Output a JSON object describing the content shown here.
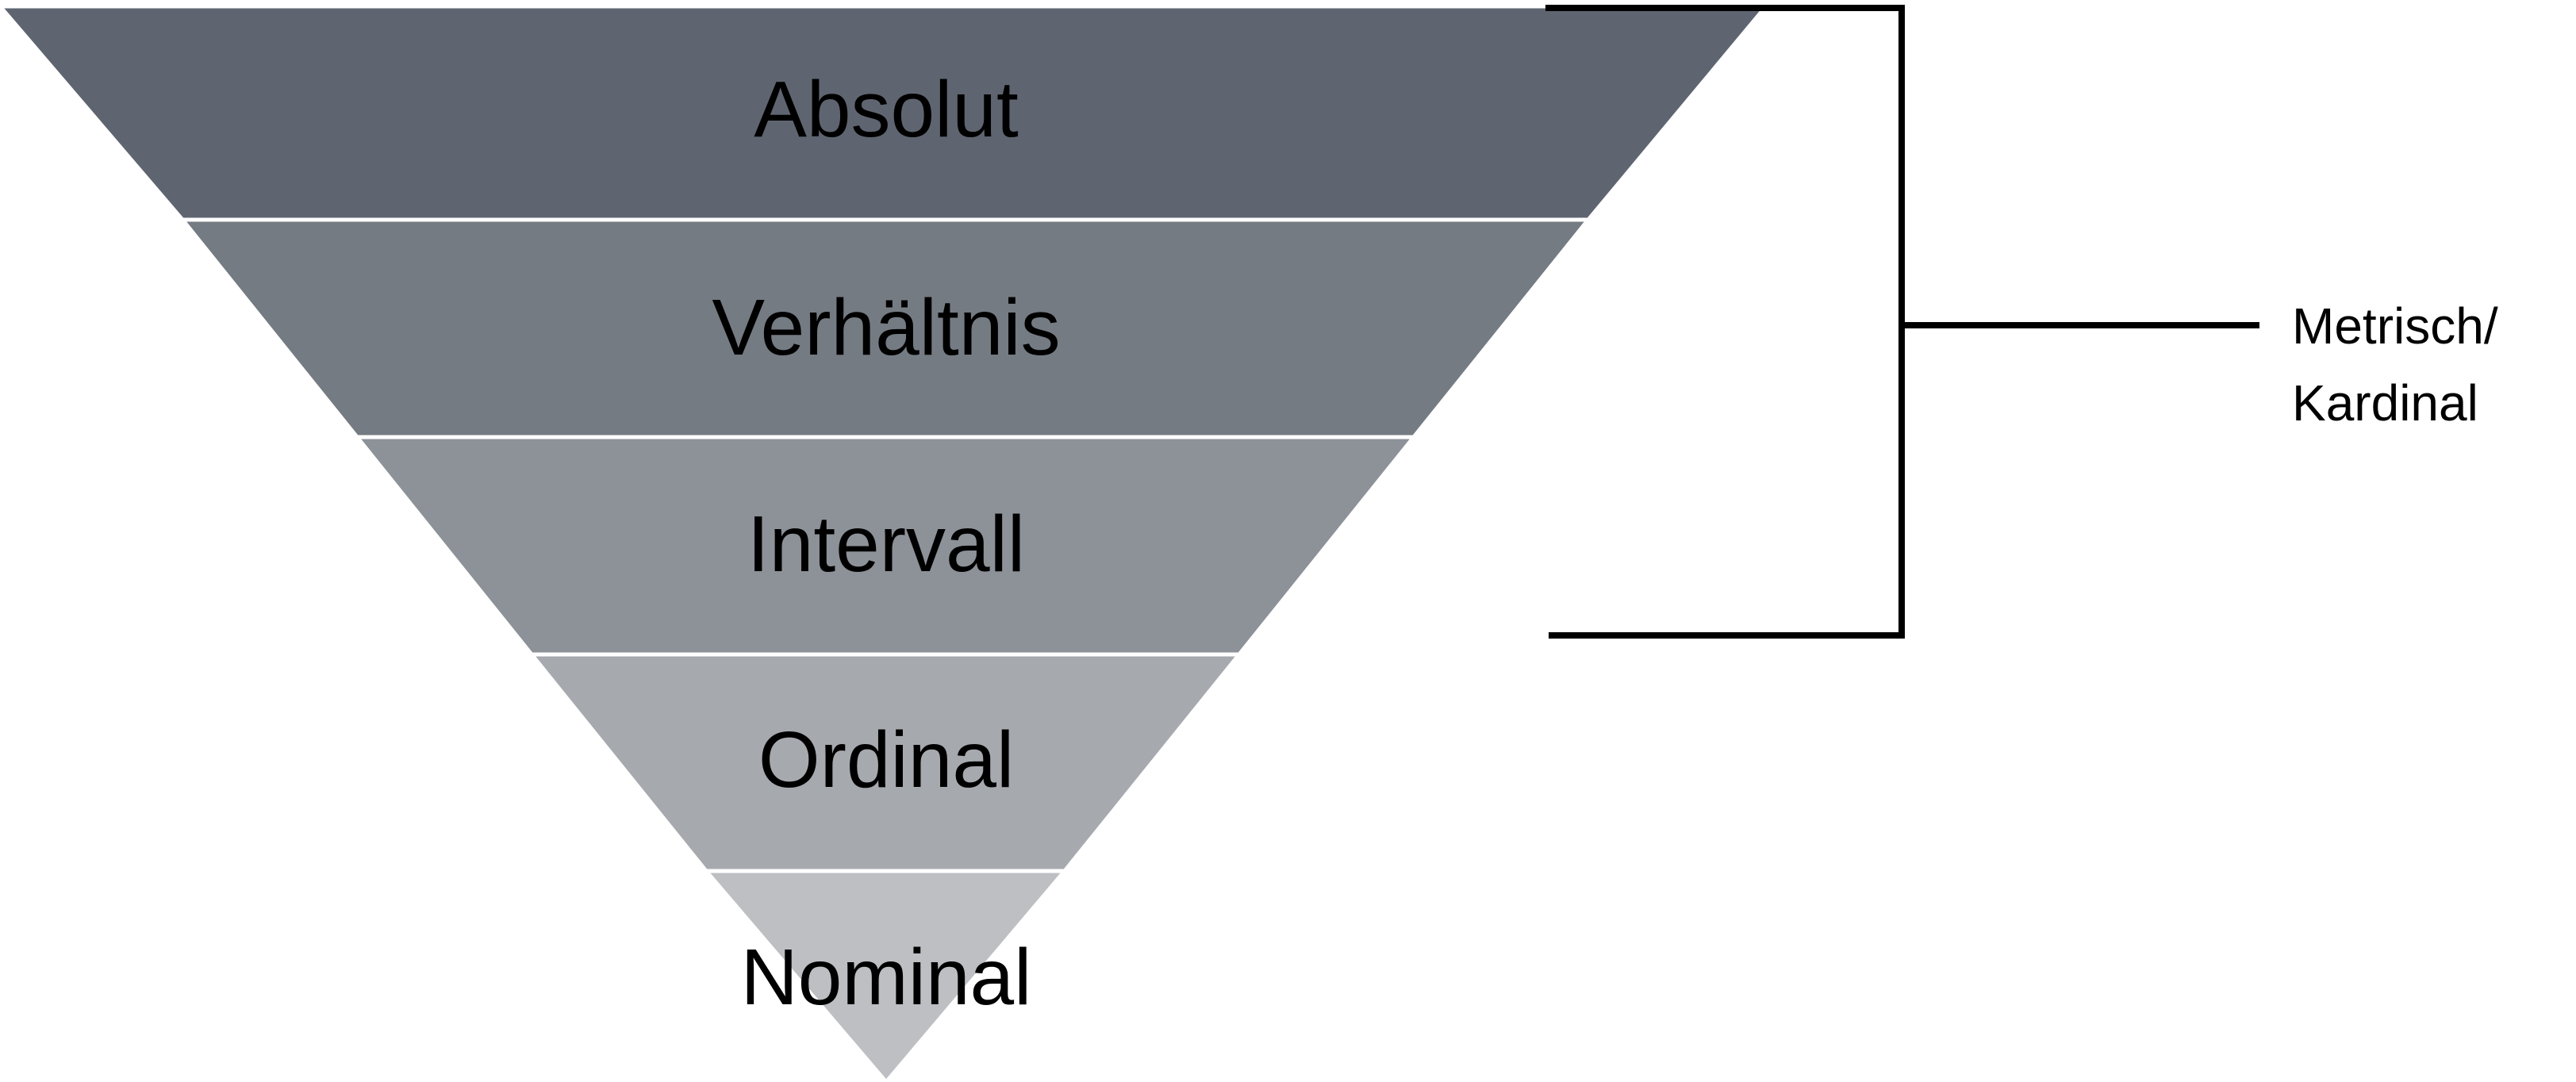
{
  "pyramid": {
    "levels": [
      {
        "label": "Absolut",
        "color": "#5f6570"
      },
      {
        "label": "Verhältnis",
        "color": "#757b82"
      },
      {
        "label": "Intervall",
        "color": "#8d9198"
      },
      {
        "label": "Ordinal",
        "color": "#a6a9ae"
      },
      {
        "label": "Nominal",
        "color": "#bdbfc3"
      }
    ]
  },
  "bracket": {
    "label_line1": "Metrisch/",
    "label_line2": "Kardinal",
    "covers": [
      "Absolut",
      "Verhältnis",
      "Intervall"
    ]
  }
}
